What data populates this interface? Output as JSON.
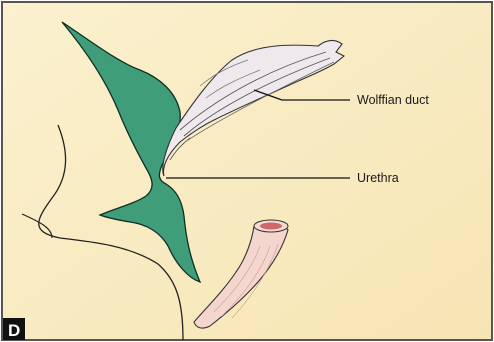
{
  "labels": {
    "wolffian_duct": "Wolffian duct",
    "urethra": "Urethra"
  },
  "panel_letter": "D",
  "colors": {
    "background": "#fbf0c9",
    "border": "#555555",
    "sinus": "#3f9d79",
    "sinus_stroke": "#0f2f22",
    "duct": "#efe9ee",
    "rectum": "#f5d6cf",
    "rectum_lumen": "#d0686a",
    "leader_line": "#111111",
    "panel_letter_bg": "#111111"
  }
}
